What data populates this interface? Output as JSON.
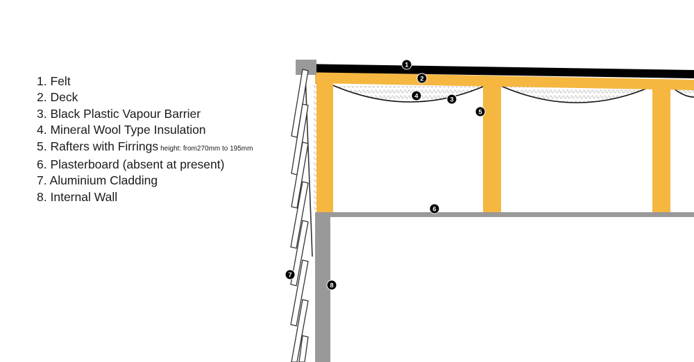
{
  "legend": [
    {
      "number": "1.",
      "label": "Felt"
    },
    {
      "number": "2.",
      "label": "Deck"
    },
    {
      "number": "3.",
      "label": "Black Plastic Vapour Barrier"
    },
    {
      "number": "4.",
      "label": "Mineral Wool Type Insulation"
    },
    {
      "number": "5.",
      "label": "Rafters with Firrings",
      "note": "height: from270mm to 195mm"
    },
    {
      "number": "6.",
      "label": "Plasterboard (absent at present)"
    },
    {
      "number": "7.",
      "label": "Aluminium Cladding"
    },
    {
      "number": "8.",
      "label": "Internal Wall"
    }
  ],
  "markers": [
    "1",
    "2",
    "3",
    "4",
    "5",
    "6",
    "7",
    "8"
  ],
  "colors": {
    "felt": "#000000",
    "timber": "#f5b740",
    "plasterboard": "#999999",
    "wall": "#999999",
    "insulation": "#cccccc",
    "cladding": "#333333",
    "marker": "#000000"
  }
}
